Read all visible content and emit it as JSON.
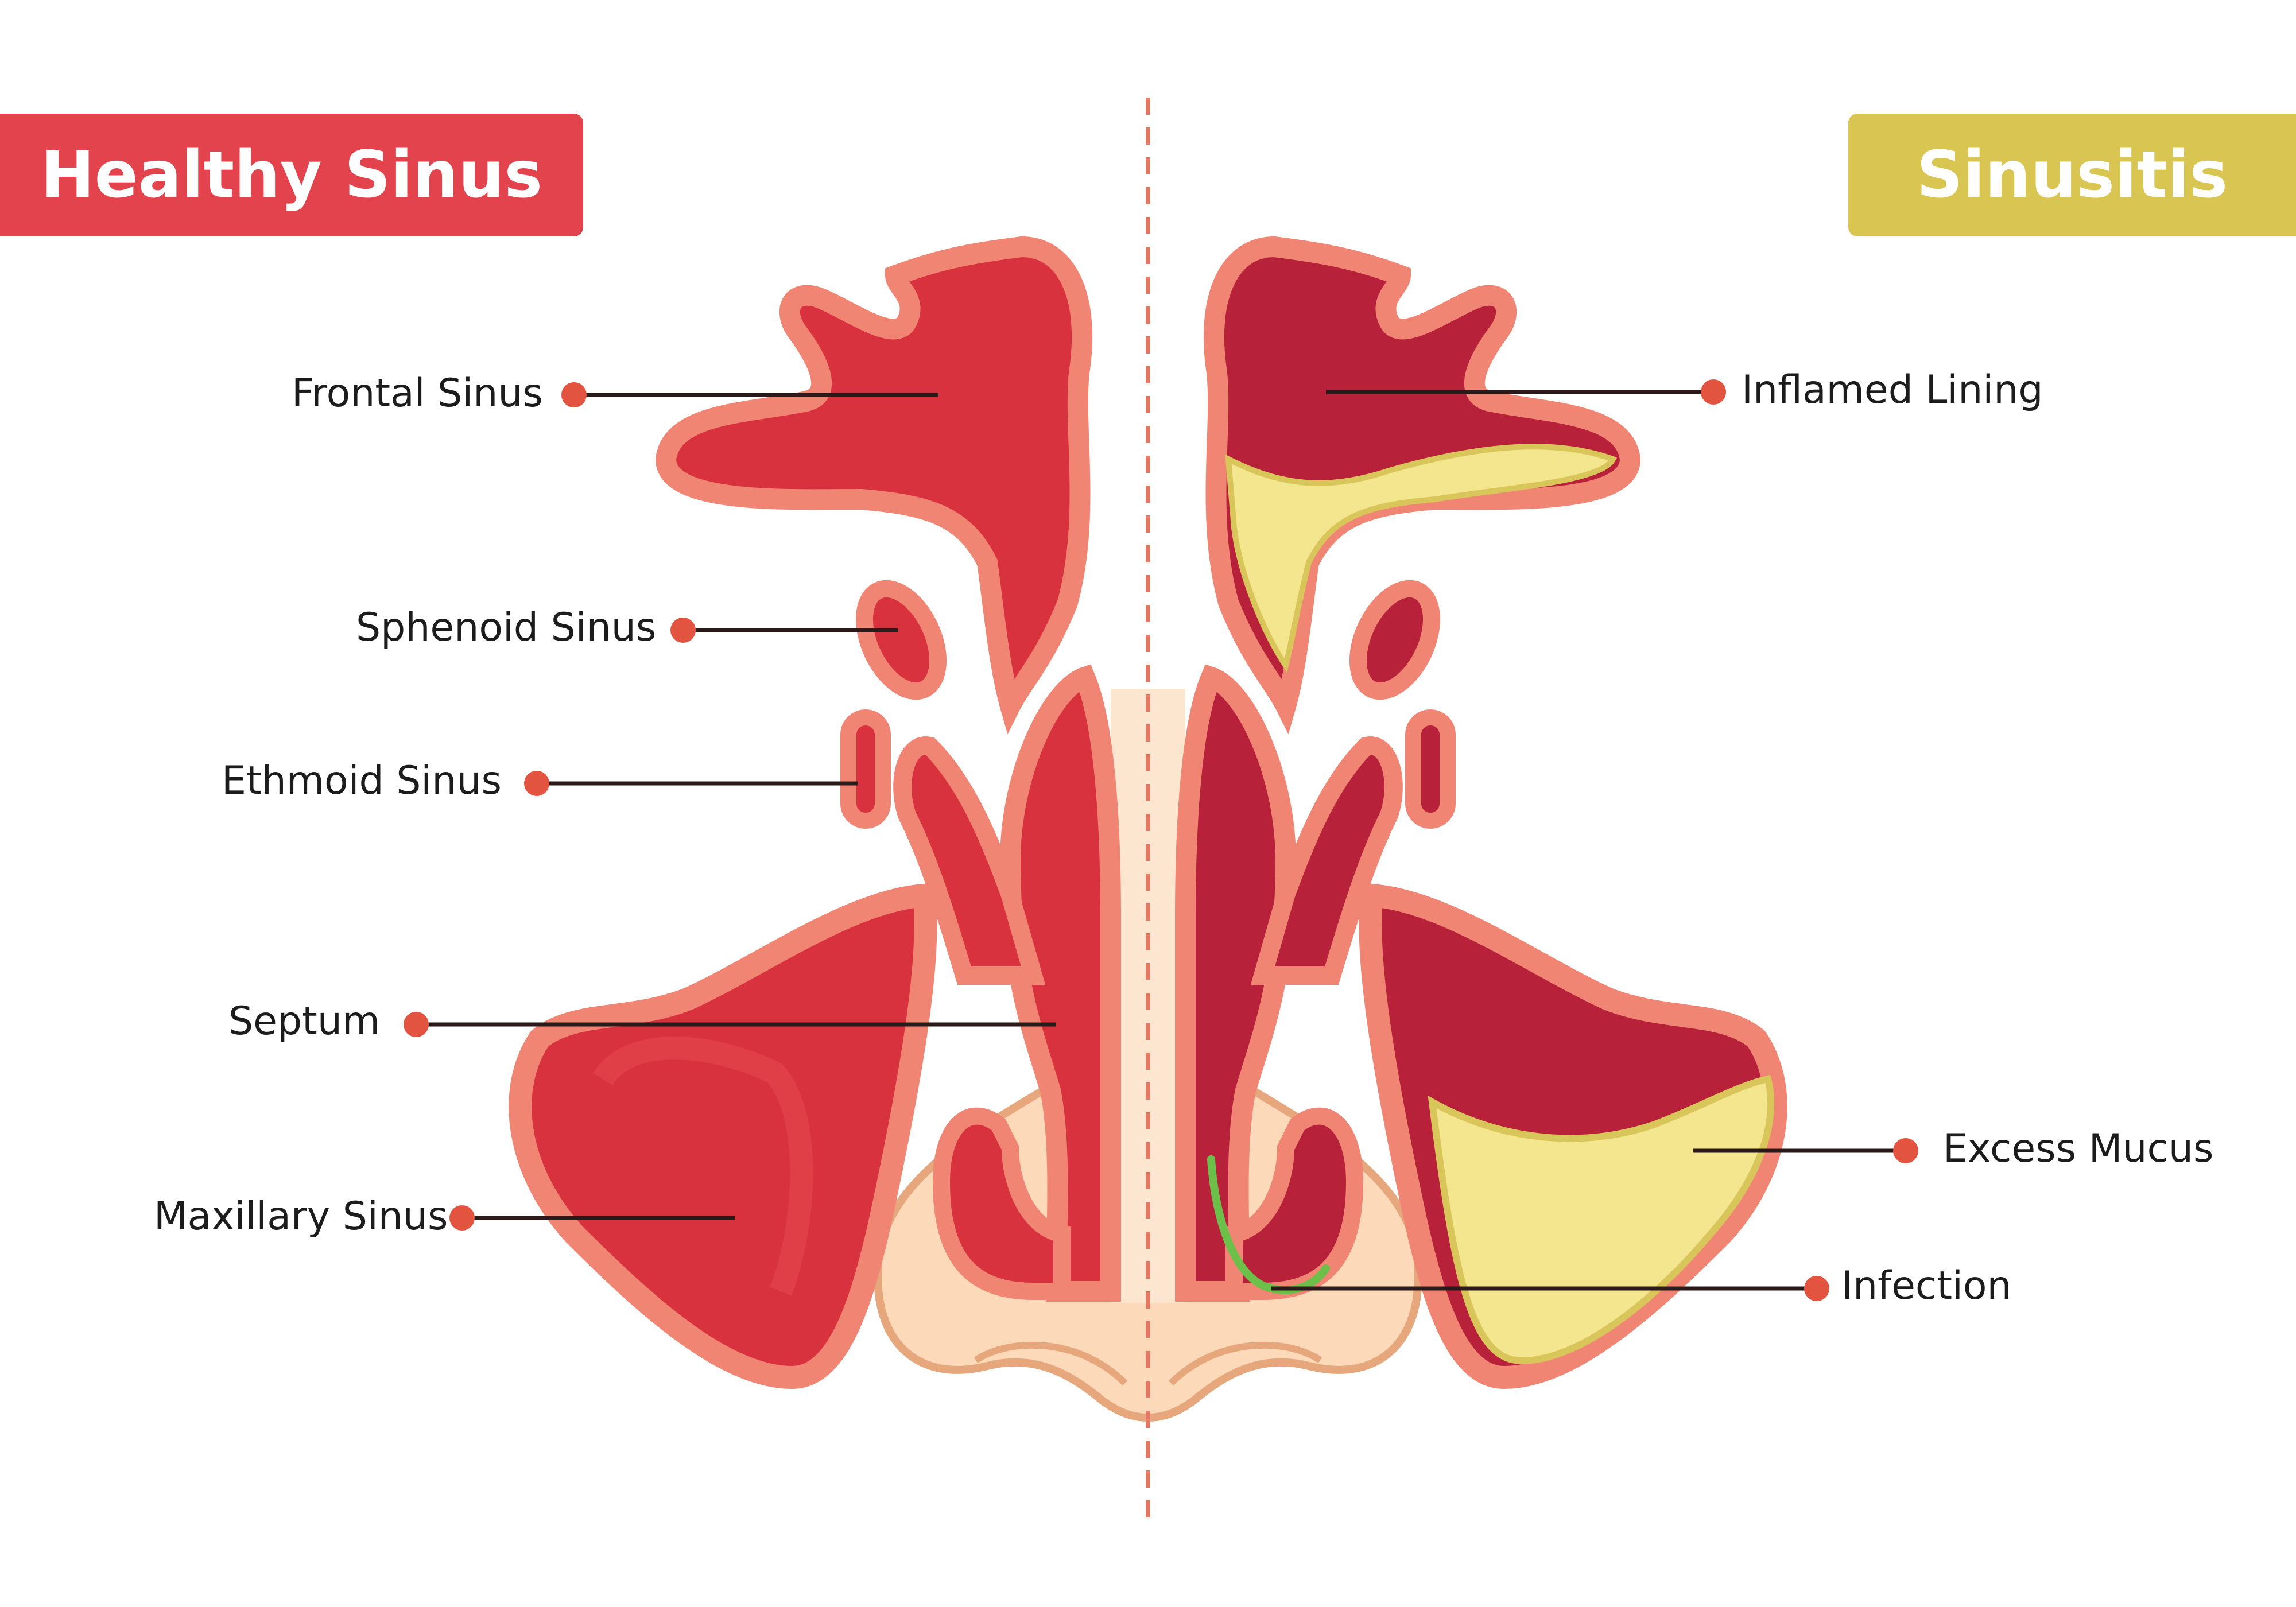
{
  "titles": {
    "healthy": "Healthy Sinus",
    "sinusitis": "Sinusitis"
  },
  "labels": {
    "frontal_sinus": "Frontal Sinus",
    "sphenoid_sinus": "Sphenoid Sinus",
    "ethmoid_sinus": "Ethmoid Sinus",
    "septum": "Septum",
    "maxillary_sinus": "Maxillary Sinus",
    "inflamed_lining": "Inflamed Lining",
    "excess_mucus": "Excess Mucus",
    "infection": "Infection"
  },
  "colors": {
    "healthy_banner": "#e3434c",
    "sinusitis_banner": "#d8c552",
    "tissue_outer": "#f08573",
    "tissue_inner": "#d9323f",
    "inflamed_inner": "#b7213a",
    "mucus": "#f4e58f",
    "mucus_shadow": "#d9c65a",
    "infection": "#6cc04a",
    "nose_skin": "#fbd9b9",
    "nose_outline": "#e7a77d",
    "marker": "#e35440",
    "divider": "#e07a64"
  }
}
